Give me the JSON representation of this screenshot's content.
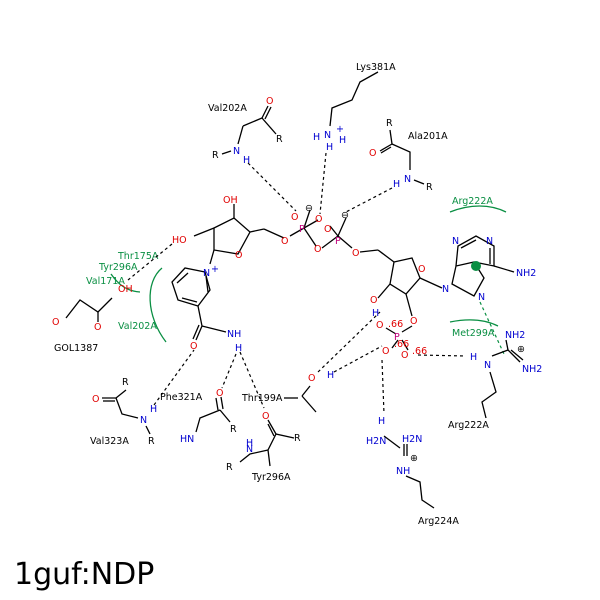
{
  "title": "1guf:NDP",
  "residues": {
    "lys381": "Lys381A",
    "val202_top": "Val202A",
    "ala201": "Ala201A",
    "arg222_green": "Arg222A",
    "thr175": "Thr175A",
    "tyr296_green": "Tyr296A",
    "val171": "Val171A",
    "val202_green": "Val202A",
    "gol": "GOL1387",
    "met299": "Met299A",
    "phe321": "Phe321A",
    "thr199": "Thr199A",
    "val323": "Val323A",
    "tyr296": "Tyr296A",
    "arg222": "Arg222A",
    "arg224": "Arg224A"
  },
  "atoms": {
    "O": "O",
    "N": "N",
    "H": "H",
    "P": "P",
    "R": "R",
    "NH": "NH",
    "NH2": "NH2",
    "HN": "HN",
    "H2N": "H2N",
    "OH": "OH",
    "HO": "HO"
  },
  "charges": {
    "minus": "⊖",
    "plus": "⊕",
    "partial": ".66"
  },
  "colors": {
    "hbond": "#000000",
    "hydrophobic": "#0a8f43",
    "oxygen": "#e00000",
    "nitrogen": "#0000d0",
    "phosphorus": "#c0007a"
  }
}
